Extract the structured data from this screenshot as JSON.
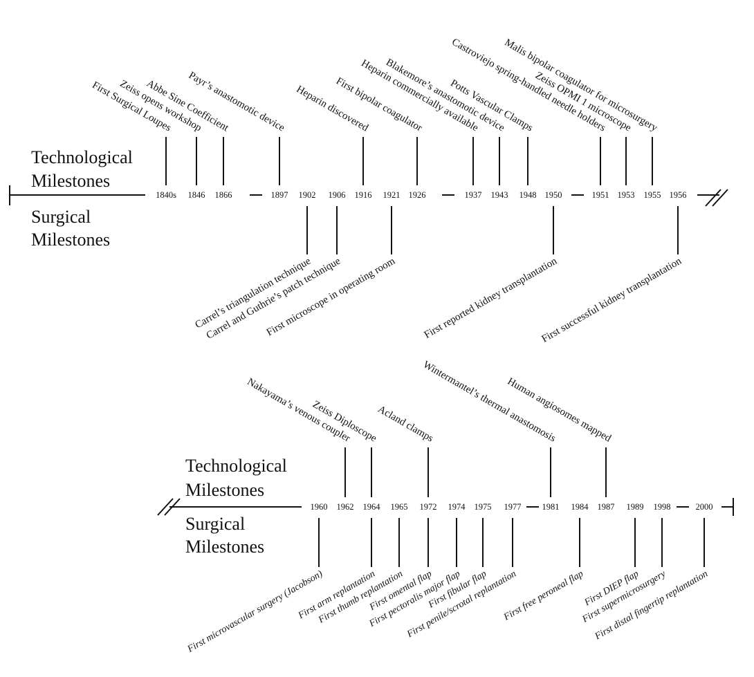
{
  "rows": [
    {
      "tech_heading": [
        "Technological",
        "Milestones"
      ],
      "surg_heading": [
        "Surgical",
        "Milestones"
      ],
      "events": [
        {
          "year": "1840s",
          "tech": "First Surgical Loupes"
        },
        {
          "year": "1846",
          "tech": "Zeiss opens workshop"
        },
        {
          "year": "1866",
          "tech": "Abbe Sine Coefficient"
        },
        {
          "gap": true
        },
        {
          "year": "1897",
          "tech": "Payr’s anastomotic device"
        },
        {
          "year": "1902",
          "surg": "Carrel’s triangulation technique"
        },
        {
          "year": "1906",
          "surg": "Carrel and Guthrie’s patch technique"
        },
        {
          "year": "1916",
          "tech": "Heparin discovered"
        },
        {
          "year": "1921",
          "surg": "First microscope in operating room"
        },
        {
          "year": "1926",
          "tech": "First bipolar coagulator"
        },
        {
          "gap": true
        },
        {
          "year": "1937",
          "tech": "Heparin commercially available"
        },
        {
          "year": "1943",
          "tech": "Blakemore’s anastomotic device"
        },
        {
          "year": "1948",
          "tech": "Potts Vascular Clamps"
        },
        {
          "year": "1950",
          "surg": "First reported kidney transplantation"
        },
        {
          "gap": true
        },
        {
          "year": "1951",
          "tech": "Castroviejo spring-handled needle holders"
        },
        {
          "year": "1953",
          "tech": "Zeiss OPMI 1 microscope"
        },
        {
          "year": "1955",
          "tech": "Malis bipolar coagulator for microsurgery"
        },
        {
          "year": "1956",
          "surg": "First successful kidney transplantation"
        }
      ]
    },
    {
      "tech_heading": [
        "Technological",
        "Milestones"
      ],
      "surg_heading": [
        "Surgical",
        "Milestones"
      ],
      "events": [
        {
          "year": "1960",
          "surg": "First microvascular surgery (Jacobson)"
        },
        {
          "year": "1962",
          "tech": "Nakayama’s venous coupler"
        },
        {
          "year": "1964",
          "tech": "Zeiss Diploscope",
          "surg": "First arm replantation"
        },
        {
          "year": "1965",
          "surg": "First thumb replantation"
        },
        {
          "year": "1972",
          "tech": "Acland clamps",
          "surg": "First omental flap"
        },
        {
          "year": "1974",
          "surg": "First pectoralis major flap"
        },
        {
          "year": "1975",
          "surg": "First fibular flap"
        },
        {
          "year": "1977",
          "surg": "First penile/scrotal replantation"
        },
        {
          "gap": true
        },
        {
          "year": "1981",
          "tech": "Wintermantel’s thermal anastomosis"
        },
        {
          "year": "1984",
          "surg": "First free peroneal flap"
        },
        {
          "year": "1987",
          "tech": "Human angiosomes mapped"
        },
        {
          "year": "1989",
          "surg": "First DIEP flap"
        },
        {
          "year": "1998",
          "surg": "First supermicrosurgery"
        },
        {
          "gap": true
        },
        {
          "year": "2000",
          "surg": "First distal fingertip replantation"
        }
      ]
    }
  ]
}
